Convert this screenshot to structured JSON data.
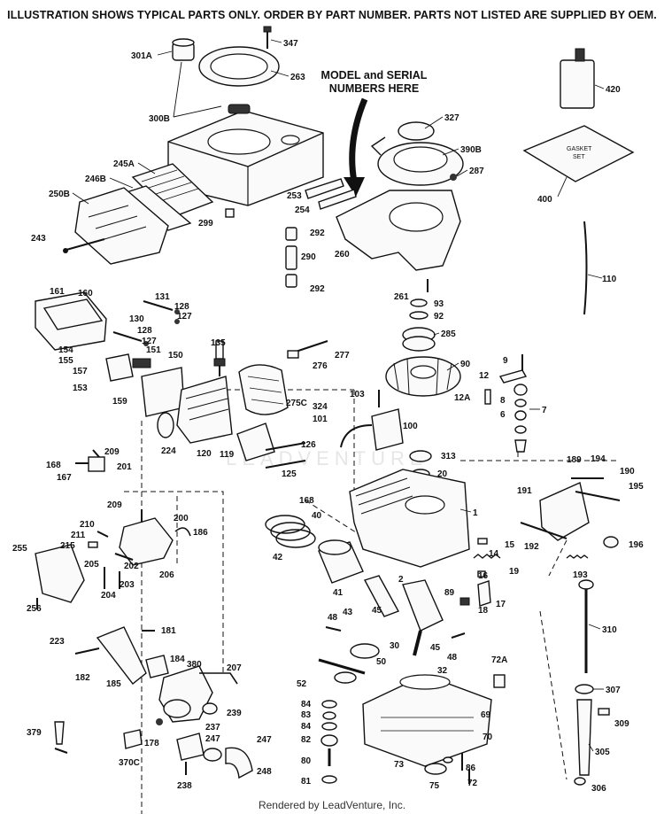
{
  "header": {
    "title": "ILLUSTRATION SHOWS TYPICAL PARTS ONLY. ORDER BY PART NUMBER. PARTS NOT LISTED ARE SUPPLIED BY OEM.",
    "model_note_line1": "MODEL and SERIAL",
    "model_note_line2": "NUMBERS HERE"
  },
  "gasket_set_label_line1": "GASKET",
  "gasket_set_label_line2": "SET",
  "watermark": "LEADVENTURE",
  "footer": {
    "credit": "Rendered by LeadVenture, Inc."
  },
  "callouts": {
    "c1": "1",
    "c2": "2",
    "c6": "6",
    "c7": "7",
    "c8": "8",
    "c9": "9",
    "c12": "12",
    "c12A": "12A",
    "c14": "14",
    "c15": "15",
    "c16": "16",
    "c17": "17",
    "c18": "18",
    "c19": "19",
    "c20": "20",
    "c30": "30",
    "c32": "32",
    "c40": "40",
    "c41": "41",
    "c42": "42",
    "c43": "43",
    "c45a": "45",
    "c45b": "45",
    "c48a": "48",
    "c48b": "48",
    "c50": "50",
    "c52": "52",
    "c69": "69",
    "c70": "70",
    "c72": "72",
    "c72A": "72A",
    "c73": "73",
    "c75": "75",
    "c80": "80",
    "c81": "81",
    "c82": "82",
    "c83": "83",
    "c84a": "84",
    "c84b": "84",
    "c86": "86",
    "c89": "89",
    "c90": "90",
    "c92": "92",
    "c93": "93",
    "c100": "100",
    "c101": "101",
    "c103": "103",
    "c110": "110",
    "c119": "119",
    "c120": "120",
    "c125": "125",
    "c126": "126",
    "c127a": "127",
    "c127b": "127",
    "c128a": "128",
    "c128b": "128",
    "c130": "130",
    "c131": "131",
    "c135": "135",
    "c150": "150",
    "c151": "151",
    "c153": "153",
    "c154": "154",
    "c155": "155",
    "c157": "157",
    "c159": "159",
    "c160": "160",
    "c161": "161",
    "c167": "167",
    "c168a": "168",
    "c168b": "168",
    "c178": "178",
    "c181": "181",
    "c182": "182",
    "c184": "184",
    "c185": "185",
    "c186": "186",
    "c189": "189",
    "c190": "190",
    "c191": "191",
    "c192": "192",
    "c193": "193",
    "c194": "194",
    "c195": "195",
    "c196": "196",
    "c200": "200",
    "c201": "201",
    "c202": "202",
    "c203": "203",
    "c204": "204",
    "c205": "205",
    "c206": "206",
    "c207": "207",
    "c209a": "209",
    "c209b": "209",
    "c210": "210",
    "c211": "211",
    "c215": "215",
    "c223": "223",
    "c224": "224",
    "c237": "237",
    "c238": "238",
    "c239": "239",
    "c243": "243",
    "c245A": "245A",
    "c246B": "246B",
    "c247a": "247",
    "c247b": "247",
    "c248": "248",
    "c250B": "250B",
    "c253": "253",
    "c254": "254",
    "c255": "255",
    "c256": "256",
    "c260": "260",
    "c261": "261",
    "c263": "263",
    "c275C": "275C",
    "c276": "276",
    "c277": "277",
    "c285": "285",
    "c287": "287",
    "c290": "290",
    "c292a": "292",
    "c292b": "292",
    "c299": "299",
    "c300B": "300B",
    "c301A": "301A",
    "c305": "305",
    "c306": "306",
    "c307": "307",
    "c309": "309",
    "c310": "310",
    "c313": "313",
    "c324": "324",
    "c327": "327",
    "c347": "347",
    "c370C": "370C",
    "c379": "379",
    "c380": "380",
    "c390B": "390B",
    "c400": "400",
    "c420": "420"
  },
  "colors": {
    "ink": "#111111",
    "paper": "#ffffff",
    "footer": "#333333",
    "watermark": "#e6e6e6"
  }
}
